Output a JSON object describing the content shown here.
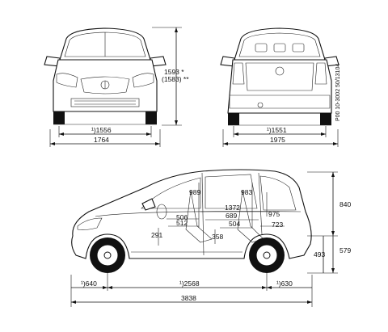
{
  "front": {
    "height_label": "1593 *",
    "height_alt_label": "(1583) **",
    "track_label": "¹)1556",
    "width_label": "1764"
  },
  "rear": {
    "track_label": "¹)1551",
    "width_label": "1975",
    "code_label": "P00 10-3002 50/13104"
  },
  "side": {
    "overhang_front": "¹)640",
    "wheelbase": "¹)2568",
    "overhang_rear": "¹)630",
    "length": "3838",
    "height_840": "840",
    "height_579": "579",
    "height_493": "493",
    "headroom_front": "989",
    "headroom_rear": "983",
    "interior_1372": "1372",
    "interior_689": "689",
    "interior_506": "506",
    "interior_512": "512",
    "interior_504": "504",
    "interior_975": "975",
    "interior_723": "723",
    "interior_291": "291",
    "interior_358": "358"
  }
}
